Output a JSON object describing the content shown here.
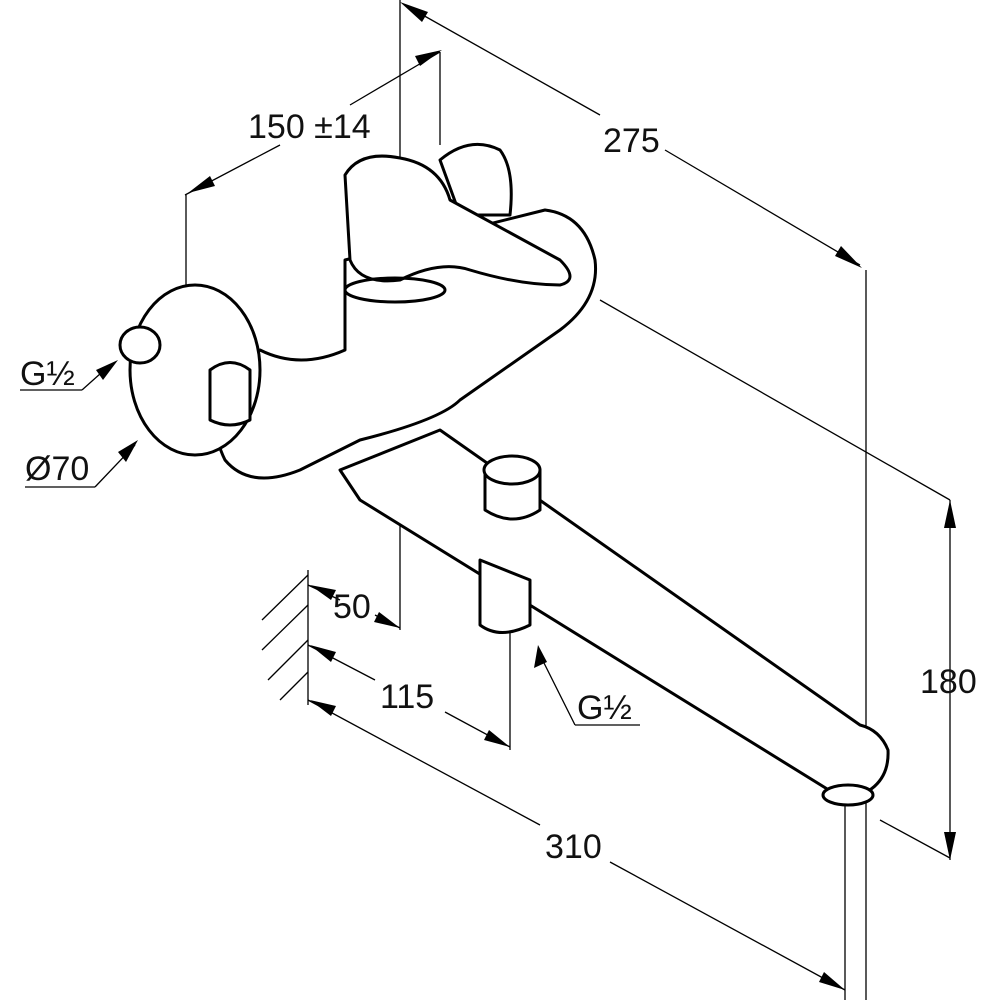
{
  "drawing": {
    "subject": "Wall-mounted single-lever bath mixer with diverter",
    "dimensions": {
      "connection_spacing": "150 ±14",
      "total_height_diag": "275",
      "inlet_thread_left": "G½",
      "escutcheon_diameter": "Ø70",
      "wall_to_lever_axis": "50",
      "wall_to_outlet": "115",
      "outlet_thread": "G½",
      "spout_reach": "310",
      "spout_height": "180"
    }
  }
}
